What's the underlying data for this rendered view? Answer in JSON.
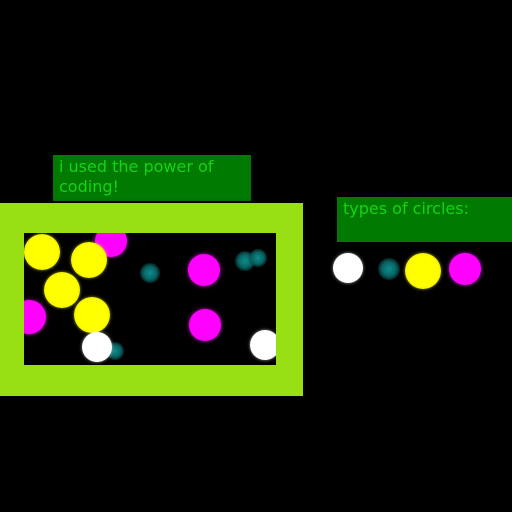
{
  "labels": {
    "coding": "i used the power of coding!",
    "types": "types of circles:"
  },
  "colors": {
    "label_background": "#007a00",
    "label_text": "#16d316",
    "arena_frame": "#98e013",
    "yellow": "#ffff00",
    "magenta": "#ff00ff",
    "white": "#ffffff",
    "cyan": "#0a6e6e"
  },
  "circle_types": [
    "white",
    "cyan",
    "yellow",
    "magenta"
  ]
}
